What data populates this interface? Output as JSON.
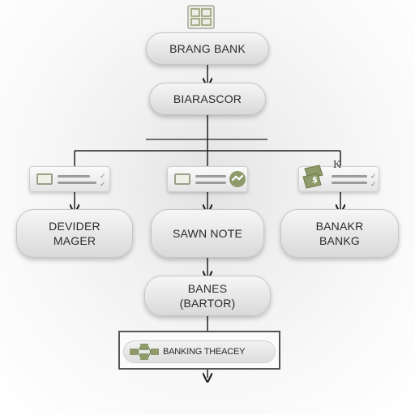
{
  "nodes": {
    "top": "BRANG BANK",
    "second": "BIARASCOR",
    "left": {
      "line1": "DEVIDER",
      "line2": "MAGER"
    },
    "middle": "SAWN NOTE",
    "right": {
      "line1": "BANAKR",
      "line2": "BANKG"
    },
    "bottom": {
      "line1": "BANES",
      "line2": "(BARTOR)"
    },
    "final": "BANKING THEACEY"
  },
  "right_icon_label": "K",
  "colors": {
    "accent": "#8e9a6a",
    "line": "#222222"
  }
}
